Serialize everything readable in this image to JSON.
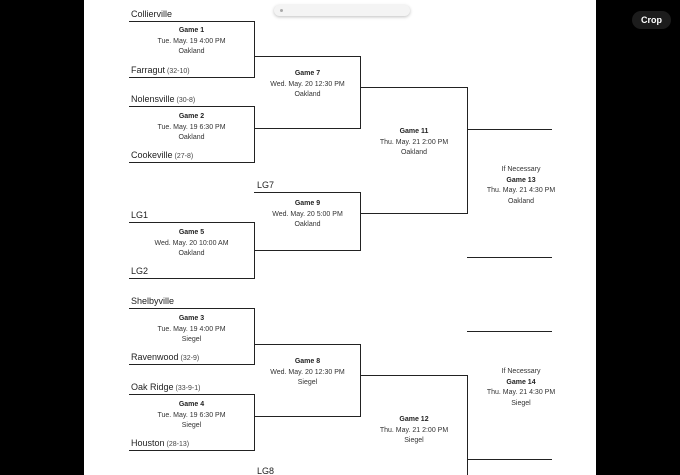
{
  "toolbar": {
    "crop_label": "Crop"
  },
  "teams": {
    "collierville": {
      "name": "Collierville",
      "record": ""
    },
    "farragut": {
      "name": "Farragut",
      "record": "(32-10)"
    },
    "nolensville": {
      "name": "Nolensville",
      "record": "(30-8)"
    },
    "cookeville": {
      "name": "Cookeville",
      "record": "(27-8)"
    },
    "lg7": {
      "name": "LG7",
      "record": ""
    },
    "lg1": {
      "name": "LG1",
      "record": ""
    },
    "lg2": {
      "name": "LG2",
      "record": ""
    },
    "shelbyville": {
      "name": "Shelbyville",
      "record": ""
    },
    "ravenwood": {
      "name": "Ravenwood",
      "record": "(32-9)"
    },
    "oak_ridge": {
      "name": "Oak Ridge",
      "record": "(33-9-1)"
    },
    "houston": {
      "name": "Houston",
      "record": "(28-13)"
    },
    "lg8": {
      "name": "LG8",
      "record": ""
    }
  },
  "games": {
    "g1": {
      "title": "Game 1",
      "time": "Tue. May. 19 4:00 PM",
      "venue": "Oakland"
    },
    "g2": {
      "title": "Game 2",
      "time": "Tue. May. 19 6:30 PM",
      "venue": "Oakland"
    },
    "g3": {
      "title": "Game 3",
      "time": "Tue. May. 19 4:00 PM",
      "venue": "Siegel"
    },
    "g4": {
      "title": "Game 4",
      "time": "Tue. May. 19 6:30 PM",
      "venue": "Siegel"
    },
    "g5": {
      "title": "Game 5",
      "time": "Wed. May. 20 10:00 AM",
      "venue": "Oakland"
    },
    "g7": {
      "title": "Game 7",
      "time": "Wed. May. 20 12:30 PM",
      "venue": "Oakland"
    },
    "g8": {
      "title": "Game 8",
      "time": "Wed. May. 20 12:30 PM",
      "venue": "Siegel"
    },
    "g9": {
      "title": "Game 9",
      "time": "Wed. May. 20 5:00 PM",
      "venue": "Oakland"
    },
    "g11": {
      "title": "Game 11",
      "time": "Thu. May. 21 2:00 PM",
      "venue": "Oakland"
    },
    "g12": {
      "title": "Game 12",
      "time": "Thu. May. 21 2:00 PM",
      "venue": "Siegel"
    },
    "g13": {
      "note": "If Necessary",
      "title": "Game 13",
      "time": "Thu. May. 21 4:30 PM",
      "venue": "Oakland"
    },
    "g14": {
      "note": "If Necessary",
      "title": "Game 14",
      "time": "Thu. May. 21 4:30 PM",
      "venue": "Siegel"
    }
  }
}
